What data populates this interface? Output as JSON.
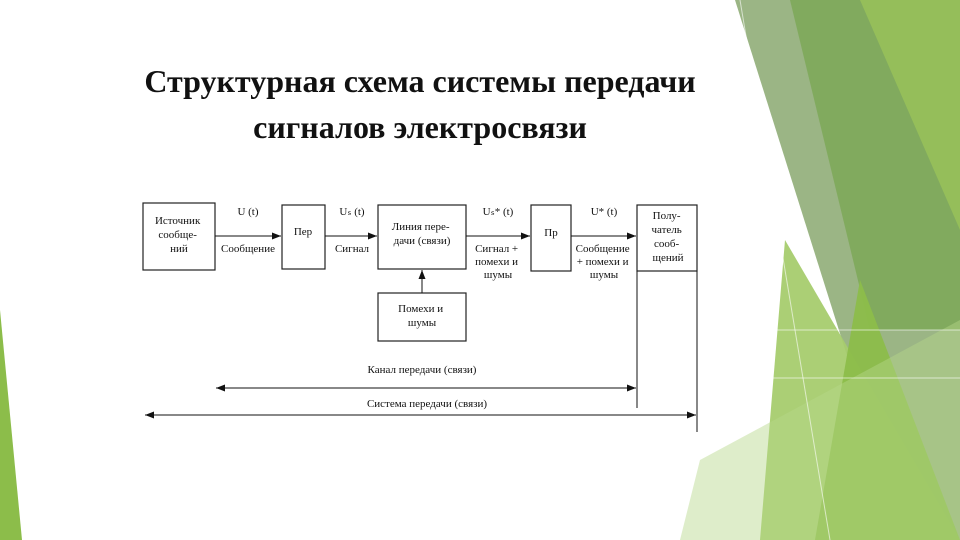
{
  "slide": {
    "title_line1": "Структурная схема системы передачи",
    "title_line2": "сигналов электросвязи"
  },
  "diagram": {
    "blocks": {
      "source": [
        "Источник",
        "сообще-",
        "ний"
      ],
      "transmitter": [
        "Пер"
      ],
      "line": [
        "Линия пере-",
        "дачи (связи)"
      ],
      "receiver": [
        "Пр"
      ],
      "recipient": [
        "Полу-",
        "чатель",
        "сооб-",
        "щений"
      ],
      "noise": [
        "Помехи и",
        "шумы"
      ]
    },
    "arrows": {
      "a1_top": "U (t)",
      "a1_bottom": "Сообщение",
      "a2_top": "Uₛ (t)",
      "a2_bottom": "Сигнал",
      "a3_top": "Uₛ* (t)",
      "a3_bottom": [
        "Сигнал +",
        "помехи и",
        "шумы"
      ],
      "a4_top": "U* (t)",
      "a4_bottom": [
        "Сообщение",
        "+ помехи и",
        "шумы"
      ]
    },
    "spans": {
      "channel": "Канал передачи (связи)",
      "system": "Система передачи (связи)"
    }
  },
  "theme": {
    "accent_light": "#a6cc6e",
    "accent_mid": "#8cbd4a",
    "accent_dark": "#6f9a3f",
    "accent_gray": "#8aa870"
  }
}
